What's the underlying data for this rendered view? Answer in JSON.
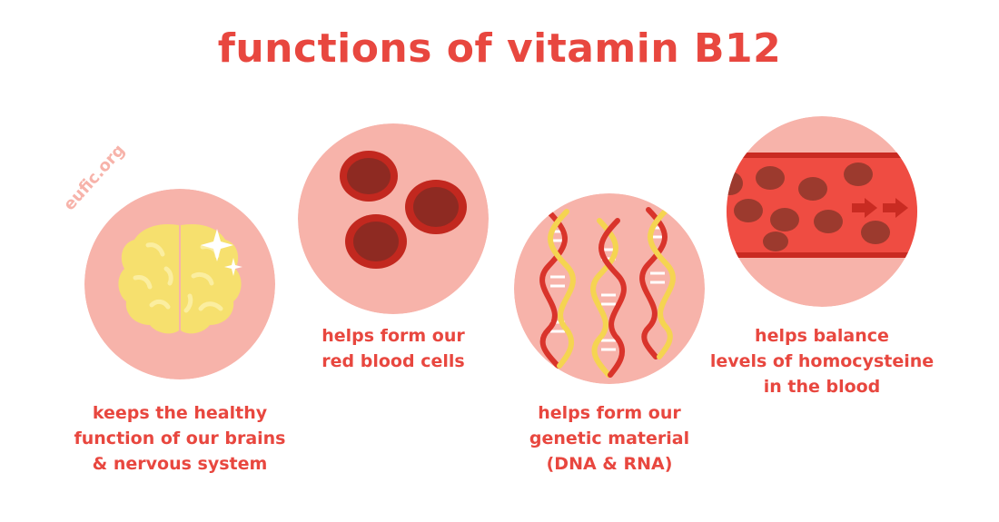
{
  "title": "functions of vitamin B12",
  "watermark": "eufic.org",
  "colors": {
    "accent": "#e8473f",
    "circle_bg": "#f7b3aa",
    "brain": "#f6e06e",
    "brain_line": "#fbeea0",
    "sparkle": "#ffffff",
    "cell_outer": "#c2281f",
    "cell_inner": "#8e2a22",
    "vessel": "#ef4c42",
    "vessel_edge": "#c92b22",
    "vessel_cell": "#9c3a2e",
    "dna_red": "#d9342b",
    "dna_yellow": "#f5d451",
    "dna_rung": "#ffffff"
  },
  "functions": [
    {
      "icon": "brain-icon",
      "lines": [
        "keeps the healthy",
        "function of our brains",
        "& nervous system"
      ]
    },
    {
      "icon": "red-blood-cells-icon",
      "lines": [
        "helps form our",
        "red blood cells"
      ]
    },
    {
      "icon": "dna-icon",
      "lines": [
        "helps form our",
        "genetic material",
        "(DNA & RNA)"
      ]
    },
    {
      "icon": "blood-vessel-icon",
      "lines": [
        "helps balance",
        "levels of homocysteine",
        "in the blood"
      ]
    }
  ]
}
